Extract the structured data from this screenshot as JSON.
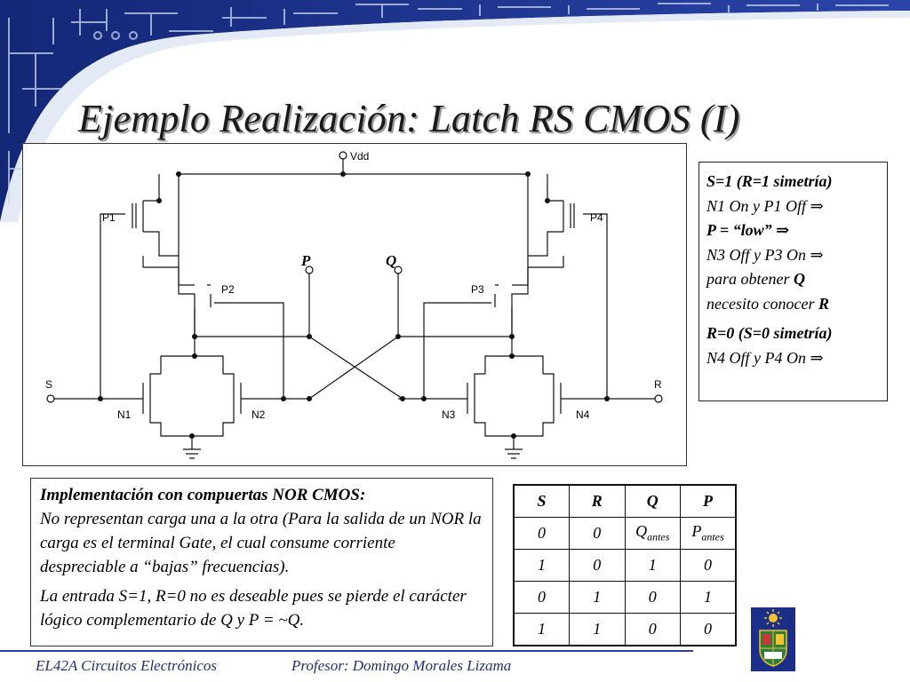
{
  "slide": {
    "title": "Ejemplo Realización: Latch RS CMOS (I)"
  },
  "circuit": {
    "vdd_label": "Vdd",
    "transistors": {
      "p1": "P1",
      "p2": "P2",
      "p3": "P3",
      "p4": "P4",
      "n1": "N1",
      "n2": "N2",
      "n3": "N3",
      "n4": "N4"
    },
    "node_p": "P",
    "node_q": "Q",
    "input_s": "S",
    "input_r": "R"
  },
  "info_box": {
    "line1": "S=1 (R=1 simetría)",
    "line2": "N1 On y P1 Off ⇒",
    "line3": "P = “low” ⇒",
    "line4": "N3 Off y P3 On ⇒",
    "line5_prefix": "para obtener ",
    "line5_bold": "Q",
    "line6_prefix": "necesito conocer ",
    "line6_bold": "R",
    "line7": "R=0 (S=0 simetría)",
    "line8": "N4 Off y P4 On ⇒"
  },
  "impl_box": {
    "heading": "Implementación con compuertas NOR CMOS:",
    "paragraph1": "No representan carga una a la otra (Para la salida de un NOR la carga es el terminal Gate, el cual consume corriente despreciable a “bajas” frecuencias).",
    "paragraph2": "La entrada S=1, R=0 no es deseable pues se pierde el carácter lógico complementario de Q  y P = ~Q."
  },
  "truth_table": {
    "headers": [
      "S",
      "R",
      "Q",
      "P"
    ],
    "rows": [
      [
        "0",
        "0",
        "Q",
        "P"
      ],
      [
        "1",
        "0",
        "1",
        "0"
      ],
      [
        "0",
        "1",
        "0",
        "1"
      ],
      [
        "1",
        "1",
        "0",
        "0"
      ]
    ],
    "subscript": "antes"
  },
  "footer": {
    "course": "EL42A Circuitos Electrónicos",
    "professor": "Profesor: Domingo Morales Lizama"
  },
  "colors": {
    "banner_dark": "#1c2f88",
    "banner_light": "#c9d3ec",
    "footer_text": "#1f2f7a"
  },
  "icons": {
    "banner": "circuit-pattern",
    "logo": "university-shield-logo"
  }
}
